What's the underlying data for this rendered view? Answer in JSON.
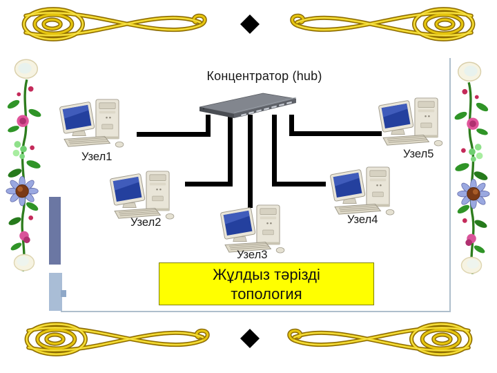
{
  "slide": {
    "title": "Концентратор (hub)",
    "nodes": [
      {
        "label": "Узел1"
      },
      {
        "label": "Узел2"
      },
      {
        "label": "Узел3"
      },
      {
        "label": "Узел4"
      },
      {
        "label": "Узел5"
      }
    ],
    "caption": {
      "line1": "Жұлдыз тәрізді",
      "line2": "топология"
    },
    "icons": {
      "hub": "hub-device-icon",
      "computer": "desktop-computer-icon",
      "swirl": "gold-swirl-icon",
      "vine": "floral-vine-icon",
      "diamond": "black-diamond-icon"
    },
    "colors": {
      "caption_bg": "#ffff00",
      "connection_line": "#000000",
      "monitor_screen": "#24409e",
      "accent_bar_dark": "#6b77a3",
      "accent_bar_light": "#a9bdd6",
      "gold": "#e6c50e"
    }
  }
}
